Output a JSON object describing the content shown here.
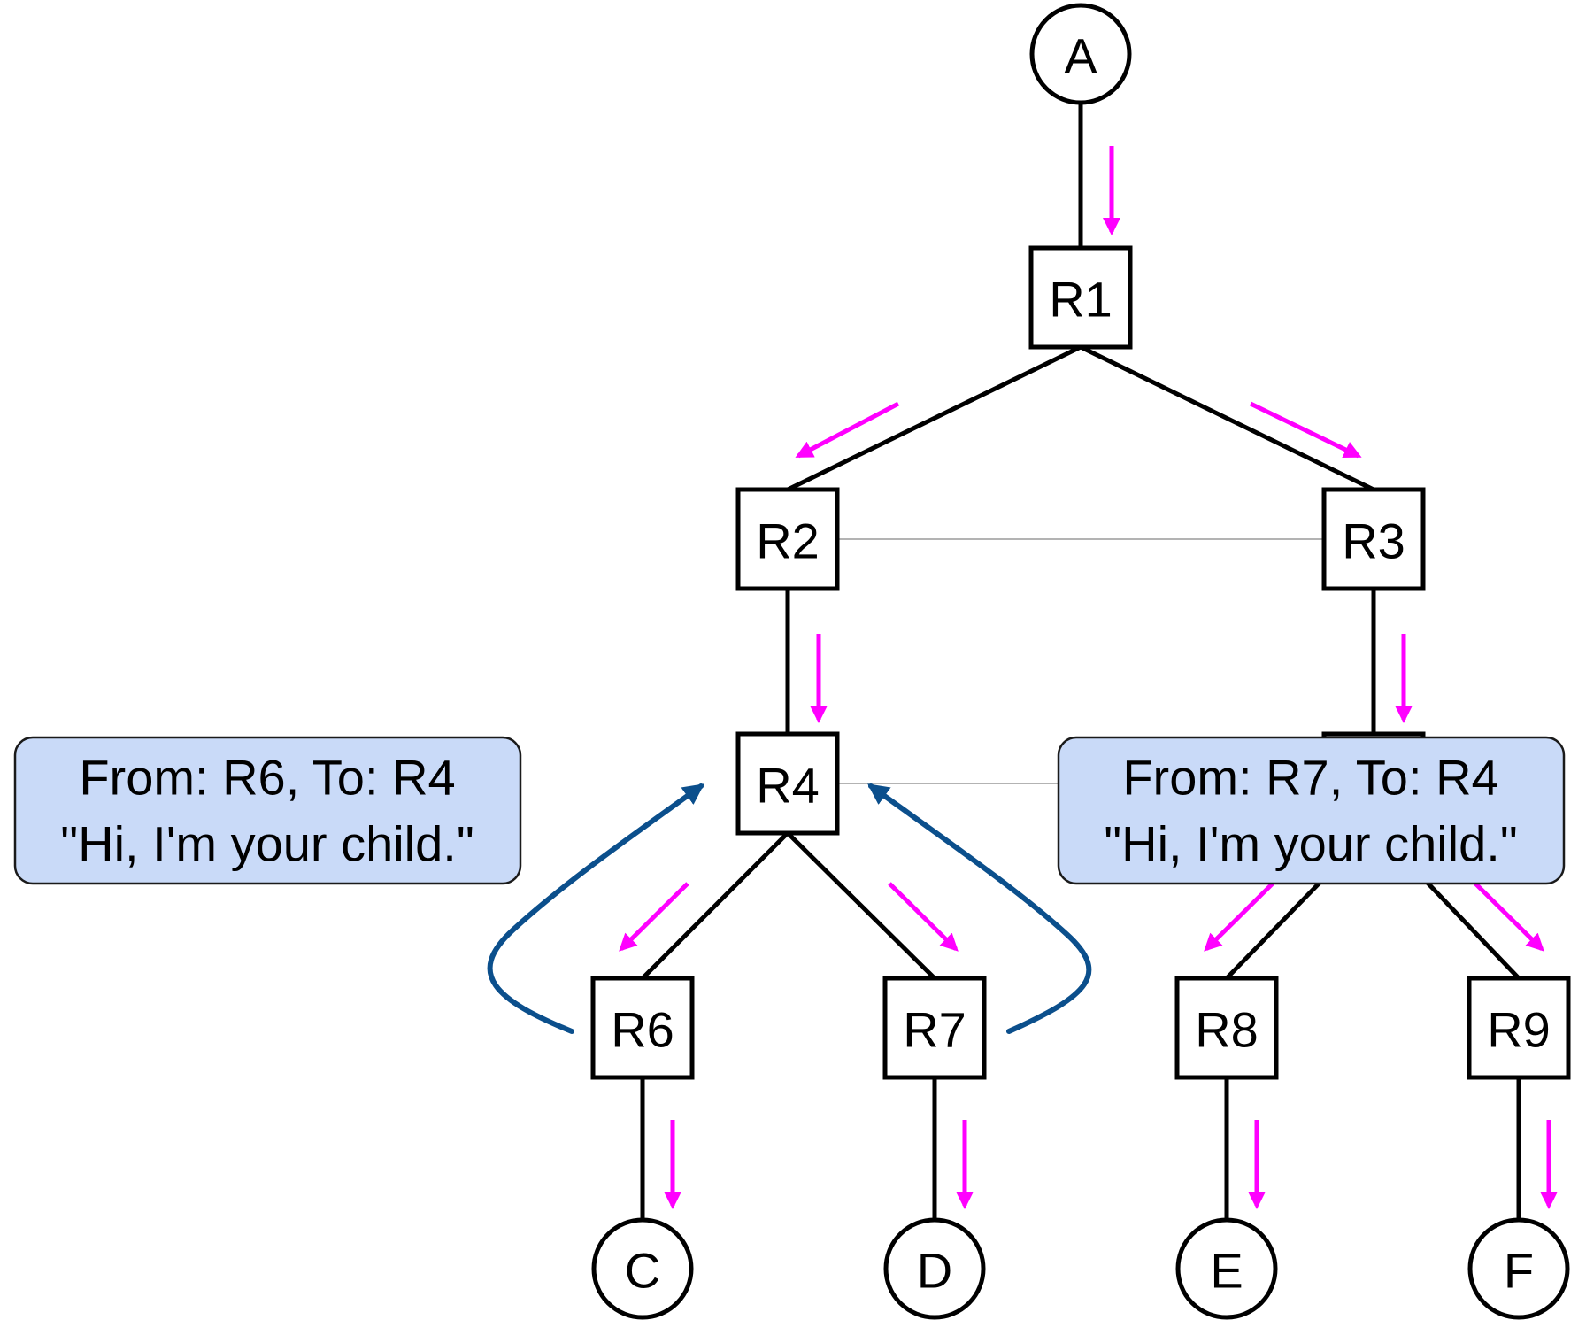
{
  "colors": {
    "edge": "#000000",
    "peer_link": "#b3b3b3",
    "flow_arrow": "#ff00ff",
    "report_arrow": "#0b4f8c",
    "callout_fill": "#c9daf8",
    "callout_stroke": "#1a1a1a"
  },
  "nodes": {
    "A": "A",
    "R1": "R1",
    "R2": "R2",
    "R3": "R3",
    "R4": "R4",
    "R6": "R6",
    "R7": "R7",
    "R8": "R8",
    "R9": "R9",
    "C": "C",
    "D": "D",
    "E": "E",
    "F": "F"
  },
  "callouts": {
    "left": {
      "line1": "From: R6, To: R4",
      "line2": "\"Hi, I'm your child.\""
    },
    "right": {
      "line1": "From: R7, To: R4",
      "line2": "\"Hi, I'm your child.\""
    }
  }
}
